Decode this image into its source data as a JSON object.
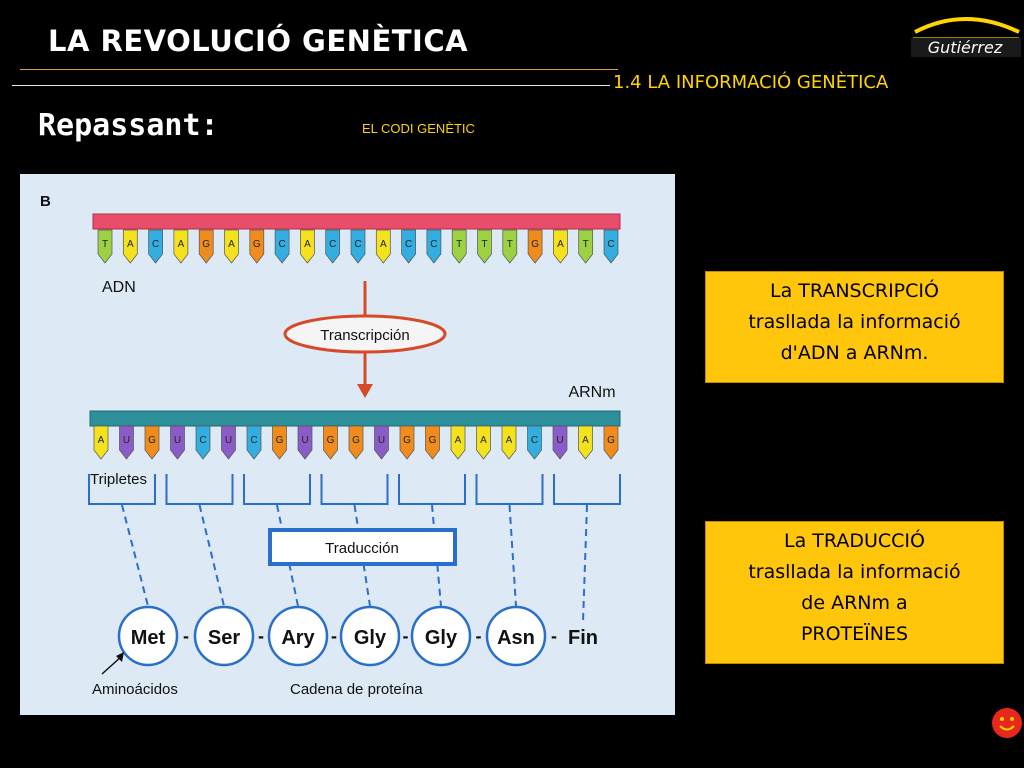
{
  "header": {
    "title": "LA REVOLUCIÓ GENÈTICA",
    "subtitle": "1.4 LA INFORMACIÓ GENÈTICA",
    "logo_text": "Gutiérrez"
  },
  "section": {
    "heading": "Repassant:",
    "topic": "EL CODI GENÈTIC"
  },
  "diagram": {
    "panel_label": "B",
    "dna_label": "ADN",
    "transcription_label": "Transcripción",
    "mrna_label": "ARNm",
    "triplets_label": "Tripletes",
    "translation_label": "Traducción",
    "amino_label": "Aminoácidos",
    "chain_label": "Cadena de proteína",
    "dna_bases": [
      "T",
      "A",
      "C",
      "A",
      "G",
      "A",
      "G",
      "C",
      "A",
      "C",
      "C",
      "A",
      "C",
      "C",
      "T",
      "T",
      "T",
      "G",
      "A",
      "T",
      "C"
    ],
    "mrna_bases": [
      "A",
      "U",
      "G",
      "U",
      "C",
      "U",
      "C",
      "G",
      "U",
      "G",
      "G",
      "U",
      "G",
      "G",
      "A",
      "A",
      "A",
      "C",
      "U",
      "A",
      "G"
    ],
    "amino_acids": [
      "Met",
      "Ser",
      "Ary",
      "Gly",
      "Gly",
      "Asn"
    ],
    "end_label": "Fin",
    "base_colors": {
      "A": "#f5e21f",
      "T": "#9bd142",
      "C": "#33aee0",
      "G": "#f08c1e",
      "U": "#8b5cc8"
    }
  },
  "boxes": {
    "transcription": {
      "line1": "La TRANSCRIPCIÓ",
      "line2": "trasllada la informació",
      "line3": "d'ADN a ARNm."
    },
    "translation": {
      "line1": "La TRADUCCIÓ",
      "line2": "trasllada la informació",
      "line3": "de ARNm a",
      "line4": "PROTEÏNES"
    }
  }
}
